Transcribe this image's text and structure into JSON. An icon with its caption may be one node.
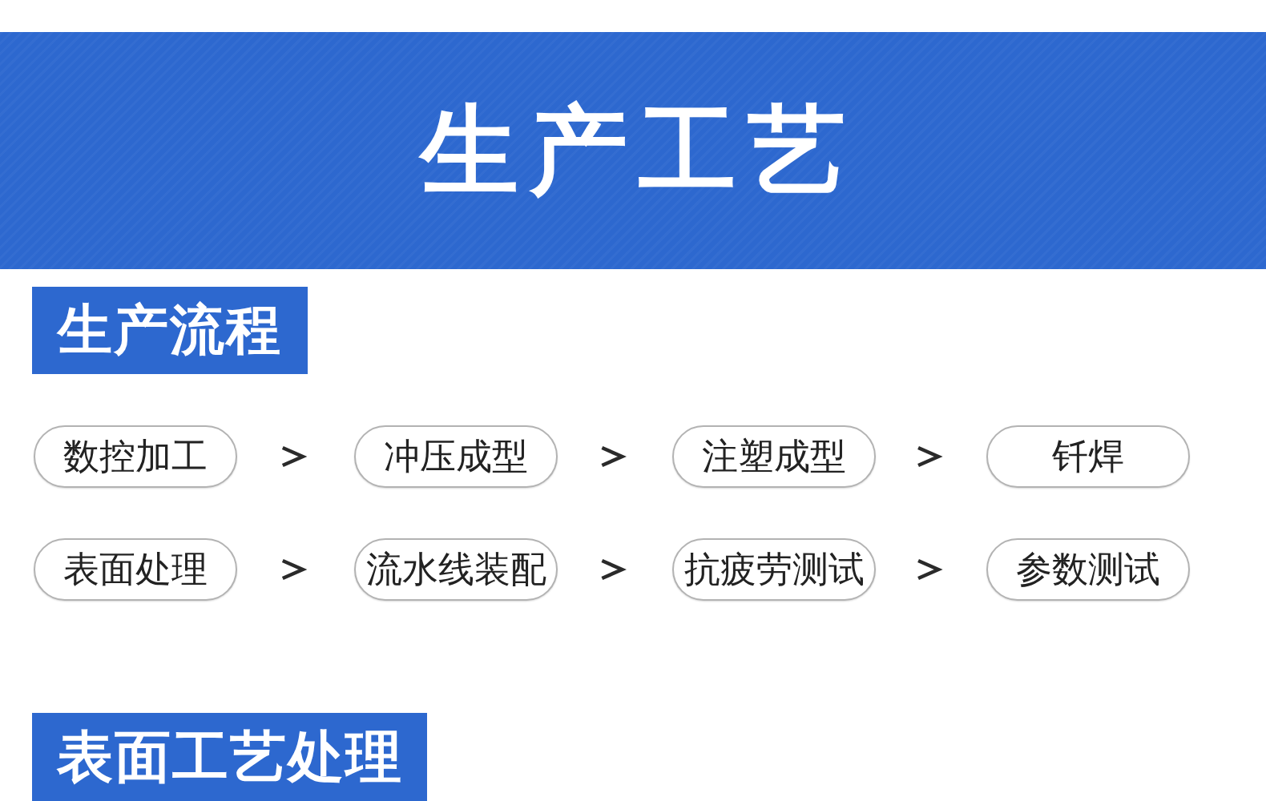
{
  "diagram": {
    "title": "生产工艺",
    "nodes": [
      {
        "text": [
          "生产流程"
        ]
      },
      {
        "text": [
          "数控加工"
        ]
      },
      {
        "text": [
          "冲压成型"
        ]
      },
      {
        "text": [
          "注塑成型"
        ]
      },
      {
        "text": [
          "钎焊"
        ]
      },
      {
        "text": [
          "表面处理"
        ]
      },
      {
        "text": [
          "流水线装配"
        ]
      },
      {
        "text": [
          "抗疲劳测试"
        ]
      },
      {
        "text": [
          "参数测试"
        ]
      },
      {
        "text": [
          "表面工艺处理"
        ]
      }
    ],
    "edges": [
      {
        "from": 1,
        "to": 2,
        "arrow": "to"
      },
      {
        "from": 2,
        "to": 3,
        "arrow": "to"
      },
      {
        "from": 3,
        "to": 4,
        "arrow": "to"
      },
      {
        "from": 5,
        "to": 6,
        "arrow": "to"
      },
      {
        "from": 6,
        "to": 7,
        "arrow": "to"
      },
      {
        "from": 7,
        "to": 8,
        "arrow": "to"
      }
    ]
  }
}
